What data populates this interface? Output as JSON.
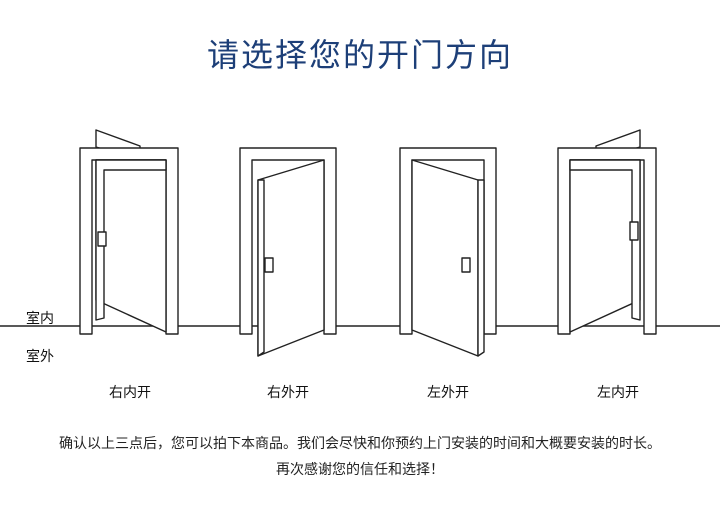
{
  "title": "请选择您的开门方向",
  "sides": {
    "inside": "室内",
    "outside": "室外"
  },
  "doors": [
    {
      "label": "右内开"
    },
    {
      "label": "右外开"
    },
    {
      "label": "左外开"
    },
    {
      "label": "左内开"
    }
  ],
  "note": {
    "line1": "确认以上三点后，您可以拍下本商品。我们会尽快和你预约上门安装的时间和大概要安装的时长。",
    "line2": "再次感谢您的信任和选择！"
  }
}
